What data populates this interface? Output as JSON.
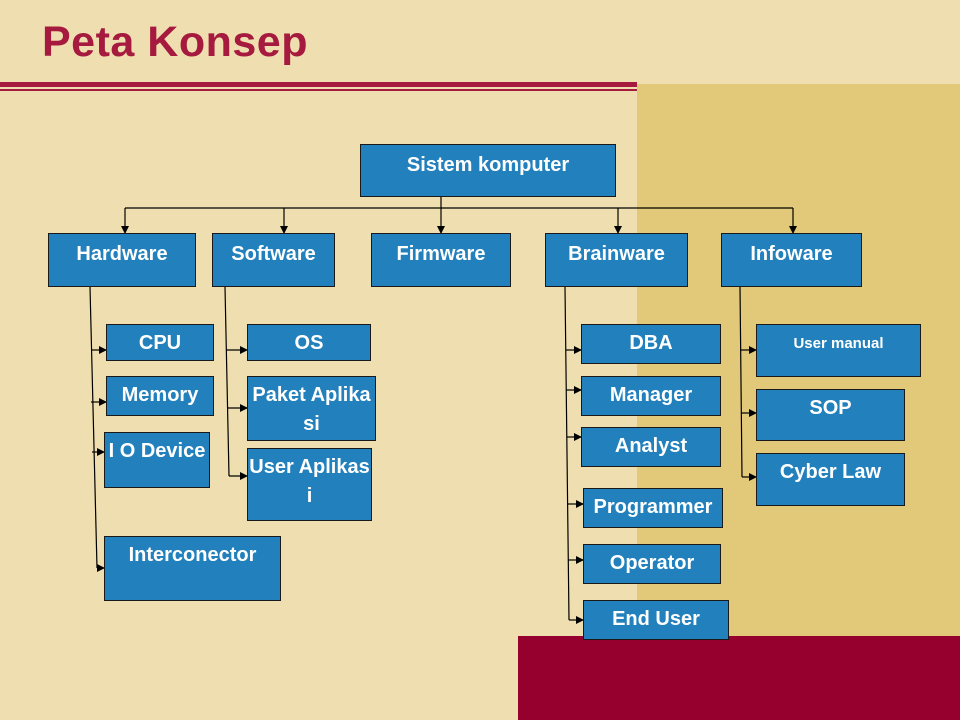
{
  "slide": {
    "title": "Peta Konsep"
  },
  "diagram": {
    "root": "Sistem komputer",
    "categories": {
      "hardware": "Hardware",
      "software": "Software",
      "firmware": "Firmware",
      "brainware": "Brainware",
      "infoware": "Infoware"
    },
    "hardware_items": {
      "cpu": "CPU",
      "memory": "Memory",
      "io_device": "I O Device",
      "interconnector": "Interconector"
    },
    "software_items": {
      "os": "OS",
      "paket_aplikasi": "Paket Aplikasi",
      "user_aplikasi": "User Aplikasi"
    },
    "brainware_items": {
      "dba": "DBA",
      "manager": "Manager",
      "analyst": "Analyst",
      "programmer": "Programmer",
      "operator": "Operator",
      "end_user": "End User"
    },
    "infoware_items": {
      "user_manual": "User manual",
      "sop": "SOP",
      "cyber_law": "Cyber Law"
    }
  },
  "colors": {
    "background": "#efdfb0",
    "accent_panel": "#e2c979",
    "maroon": "#96002f",
    "title": "#a51a3e",
    "box_fill": "#2280bc",
    "box_text": "#ffffff"
  }
}
